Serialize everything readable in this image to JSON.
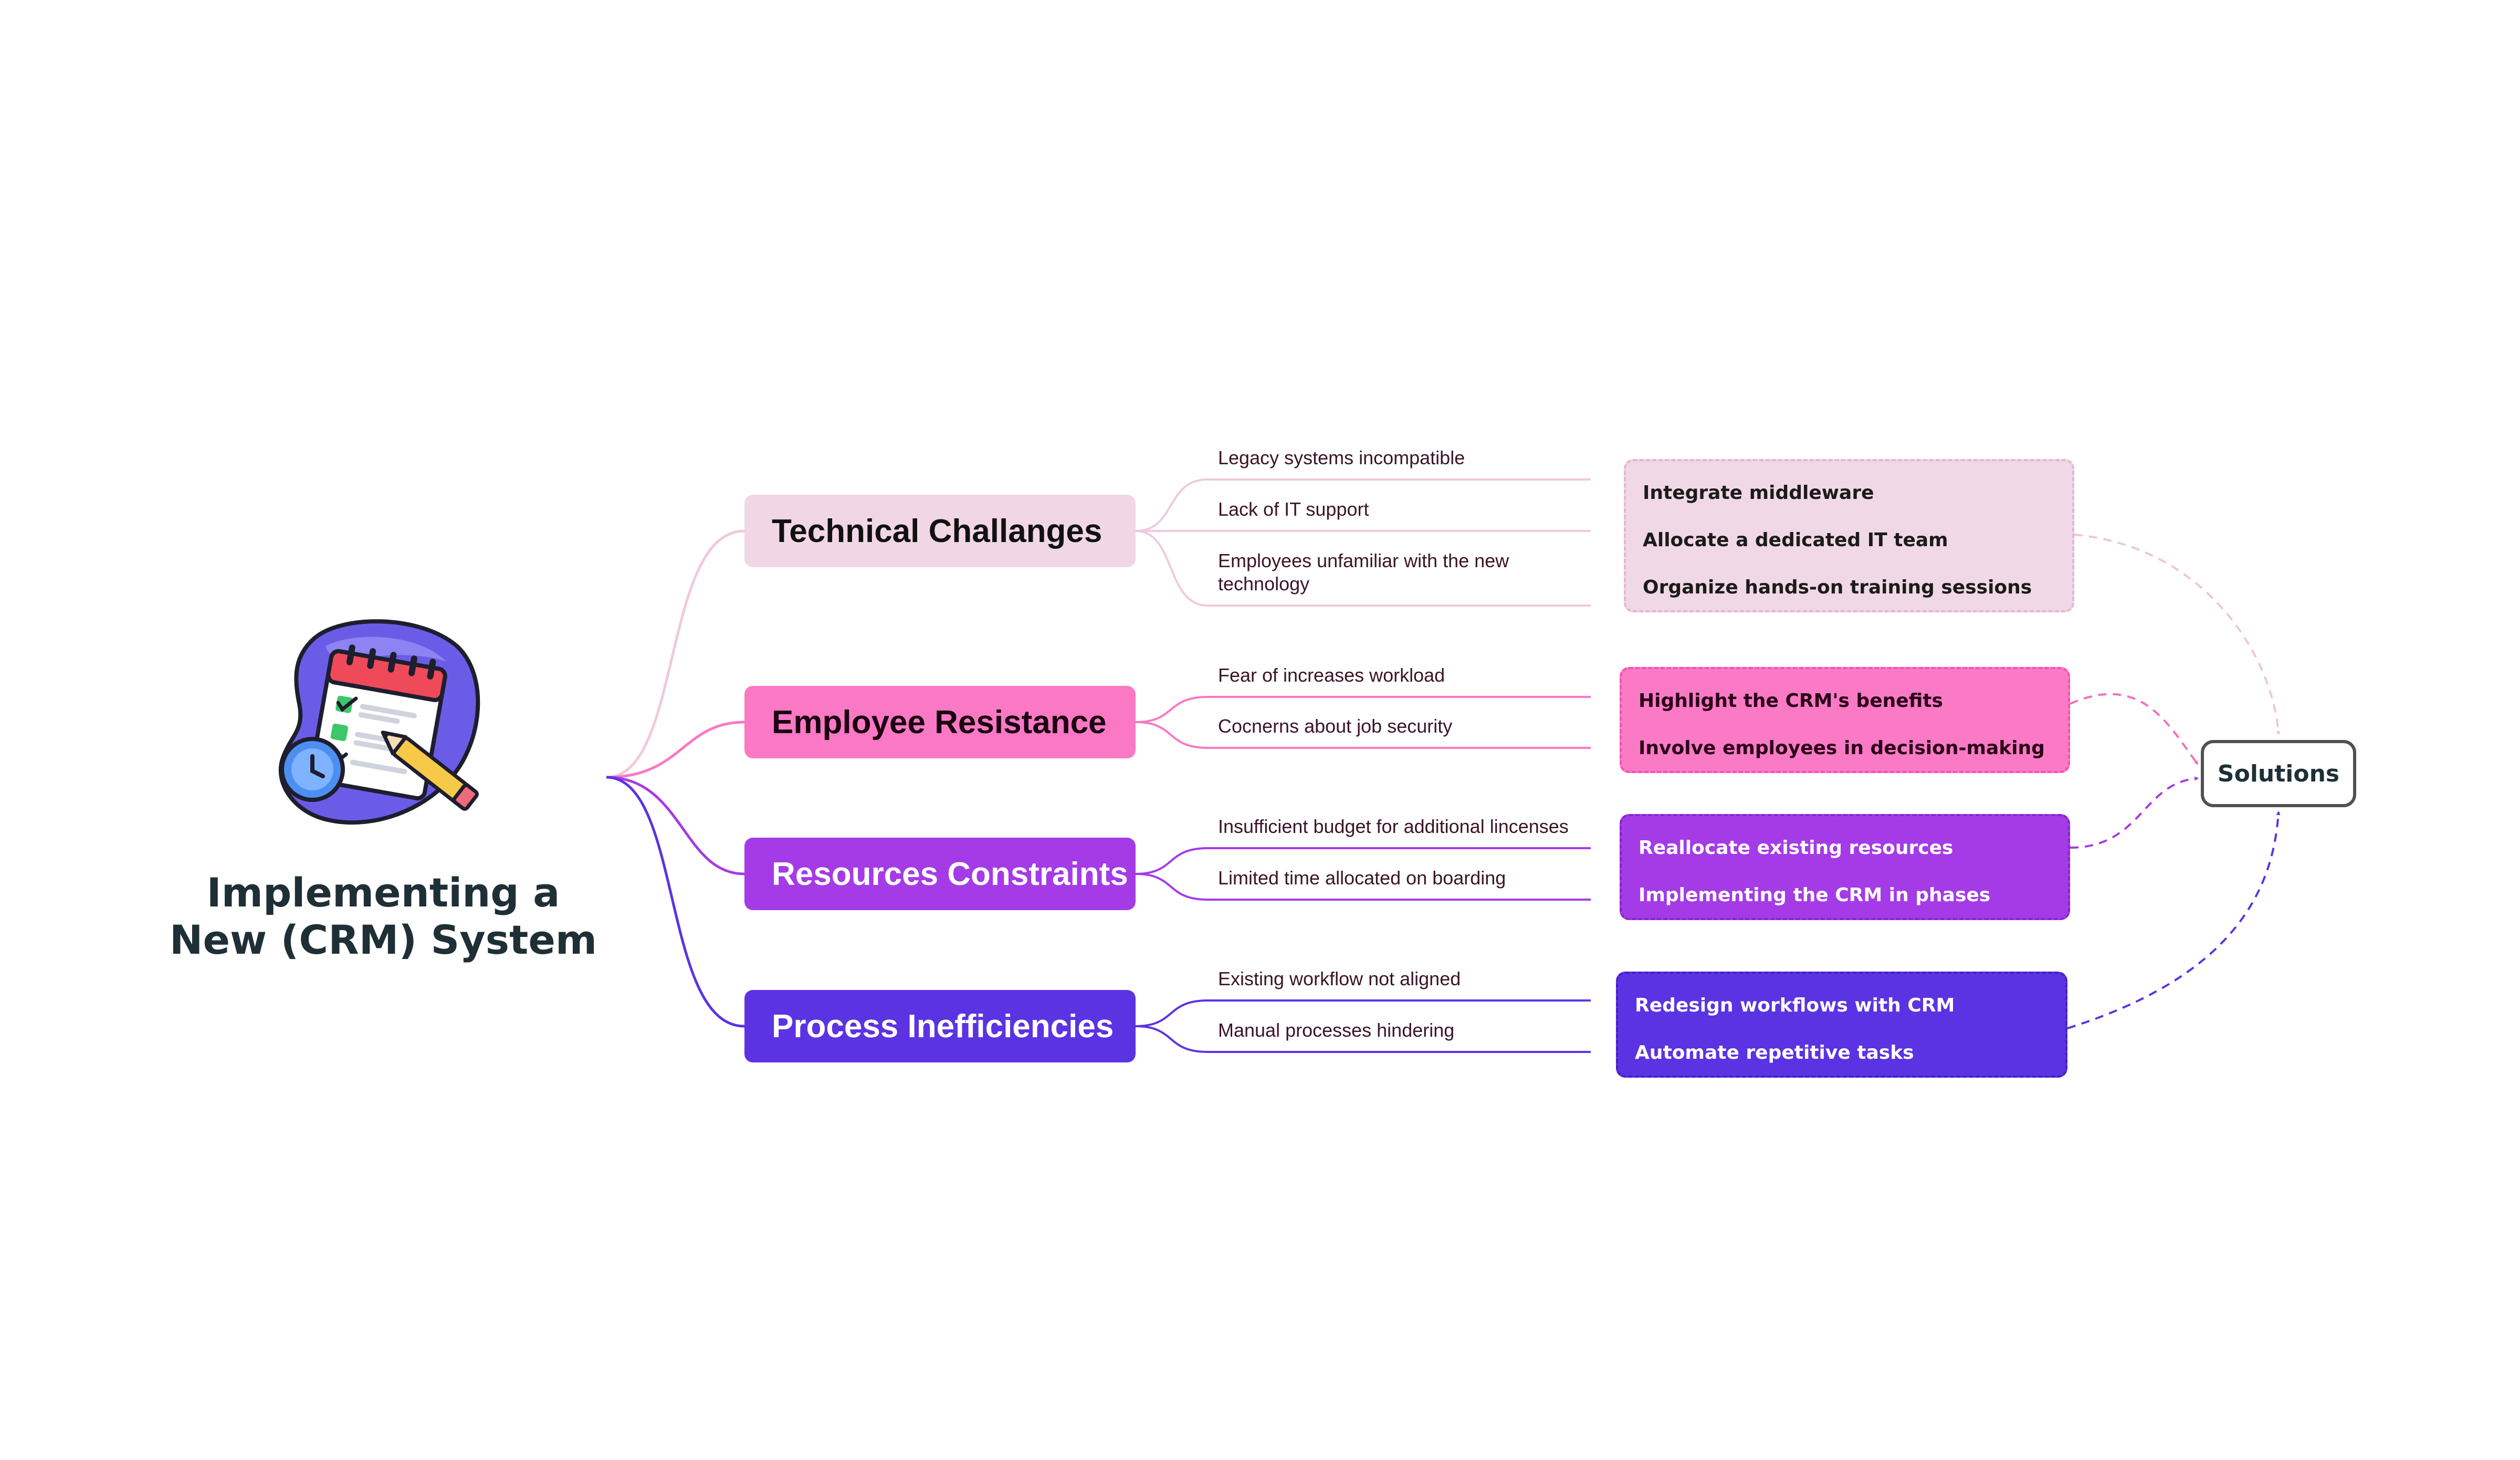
{
  "root": {
    "title_line1": "Implementing a",
    "title_line2": "New (CRM) System"
  },
  "topics": [
    {
      "label": "Technical Challanges",
      "color": "#f1d7e5",
      "issues": [
        "Legacy systems incompatible",
        "Lack of IT support",
        "Employees unfamiliar with the new technology"
      ],
      "solutions": [
        "Integrate middleware",
        "Allocate a dedicated IT team",
        "Organize hands-on training sessions"
      ]
    },
    {
      "label": "Employee Resistance",
      "color": "#fa78c4",
      "issues": [
        "Fear of increases workload",
        "Cocnerns about job security"
      ],
      "solutions": [
        "Highlight the CRM's benefits",
        "Involve employees in decision-making"
      ]
    },
    {
      "label": "Resources Constraints",
      "color": "#a43be6",
      "issues": [
        "Insufficient budget for additional lincenses",
        "Limited time allocated on boarding"
      ],
      "solutions": [
        "Reallocate existing resources",
        "Implementing the CRM in phases"
      ]
    },
    {
      "label": "Process Inefficiencies",
      "color": "#5b33e2",
      "issues": [
        "Existing workflow not aligned",
        "Manual processes hindering"
      ],
      "solutions": [
        "Redesign workflows with CRM",
        "Automate repetitive tasks"
      ]
    }
  ],
  "target": {
    "label": "Solutions"
  },
  "icons": {
    "root": "calendar-checklist-icon"
  }
}
